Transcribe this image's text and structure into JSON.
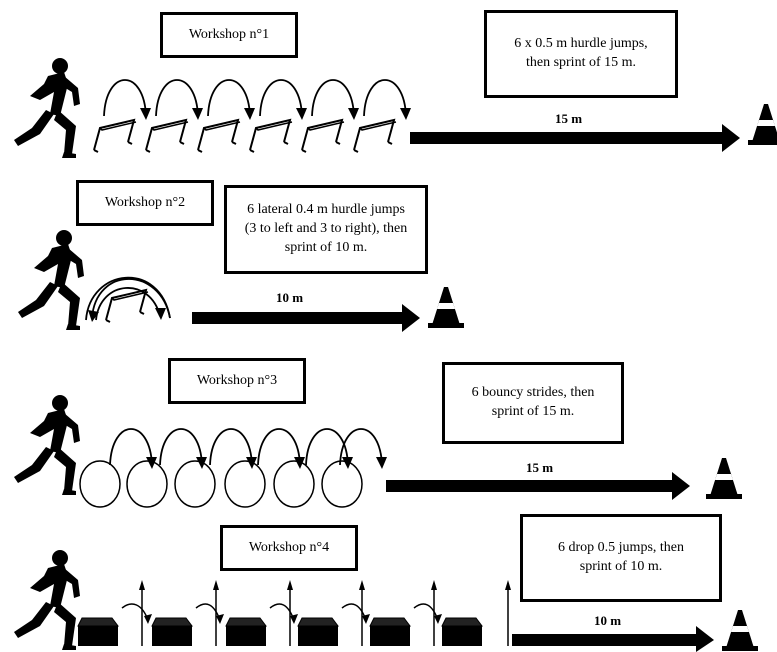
{
  "workshops": [
    {
      "title": "Workshop n°1",
      "description": "6 x 0.5 m hurdle jumps, then sprint of 15 m.",
      "distance": "15 m"
    },
    {
      "title": "Workshop n°2",
      "description": "6 lateral 0.4 m hurdle jumps (3 to left and 3 to right), then sprint of 10 m.",
      "distance": "10 m"
    },
    {
      "title": "Workshop n°3",
      "description": "6 bouncy strides, then sprint of 15 m.",
      "distance": "15 m"
    },
    {
      "title": "Workshop n°4",
      "description": "6 drop 0.5 jumps, then sprint of 10 m.",
      "distance": "10 m"
    }
  ],
  "icons": [
    "runner-icon",
    "hurdle-icon",
    "cone-icon",
    "ring-icon",
    "box-icon",
    "arrow-icon"
  ]
}
